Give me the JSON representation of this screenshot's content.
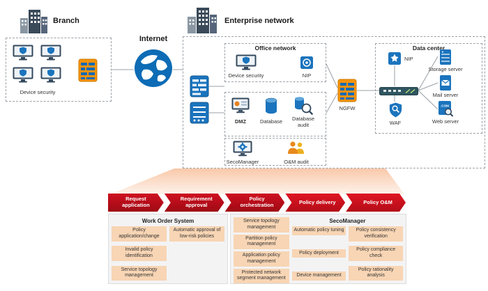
{
  "colors": {
    "accent_red": "#c00a18",
    "icon_blue": "#1b74bd",
    "firewall_orange": "#f5930a",
    "item_peach": "#f8d5b4",
    "panel_gray": "#f3f3f4"
  },
  "diagram": {
    "branch": {
      "title": "Branch",
      "device_security_label": "Device security"
    },
    "internet": {
      "label": "Internet"
    },
    "enterprise": {
      "title": "Enterprise network",
      "office_network": {
        "title": "Office network",
        "device_security_label": "Device security",
        "nip_label": "NIP"
      },
      "dmz": {
        "dmz_label": "DMZ",
        "database_label": "Database",
        "database_audit_label": "Database audit"
      },
      "management": {
        "secomanager_label": "SecoManager",
        "om_audit_label": "O&M audit"
      },
      "ngfw_label": "NGFW",
      "data_center": {
        "title": "Data center",
        "nip_label": "NIP",
        "storage_server_label": "Storage server",
        "mail_server_label": "Mail server",
        "waf_label": "WAF",
        "web_server_label": "Web server",
        "web_server_icon_text": ".COM"
      }
    }
  },
  "process": {
    "stages": [
      "Request application",
      "Requirement approval",
      "Policy orchestration",
      "Policy delivery",
      "Policy O&M"
    ],
    "work_order_system": {
      "title": "Work Order System",
      "col1": [
        "Policy application/change",
        "Invalid policy identification",
        "Service topology management"
      ],
      "col2": [
        "Automatic approval of low-risk policies"
      ]
    },
    "secomanager": {
      "title": "SecoManager",
      "col1": [
        "Service topology management",
        "Partition policy management",
        "Application policy management",
        "Protected network segment management"
      ],
      "col2": [
        "Automatic policy tuning",
        "Policy deployment",
        "Device management"
      ],
      "col3": [
        "Policy consistency verification",
        "Policy compliance check",
        "Policy rationality analysis"
      ]
    }
  }
}
